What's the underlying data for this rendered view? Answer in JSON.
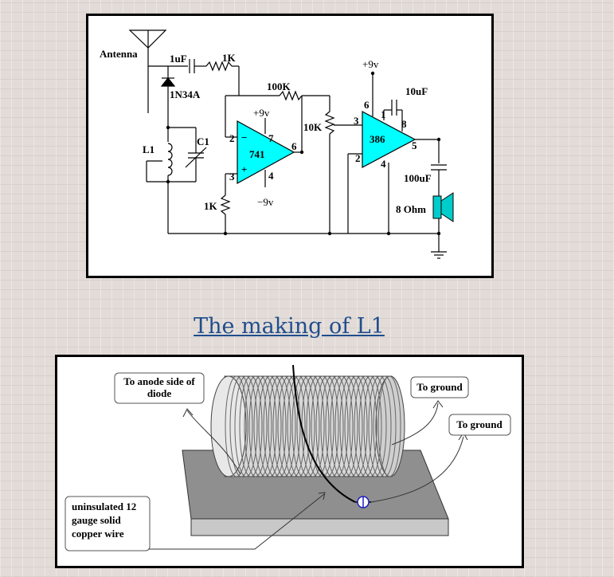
{
  "heading": {
    "label": "The making of L1"
  },
  "schematic": {
    "antenna": "Antenna",
    "cap_1uf": "1uF",
    "res_1k_top": "1K",
    "res_100k": "100K",
    "diode": "1N34A",
    "plus9_741": "+9v",
    "minus9_741": "−9v",
    "opamp_741": "741",
    "pin741_2": "2",
    "pin741_3": "3",
    "pin741_4": "4",
    "pin741_6": "6",
    "pin741_7": "7",
    "minus_sign": "−",
    "plus_sign": "+",
    "l1": "L1",
    "c1": "C1",
    "res_1k_bottom": "1K",
    "pot_10k": "10K",
    "plus9_386": "+9v",
    "amp_386": "386",
    "pin386_1": "1",
    "pin386_2": "2",
    "pin386_3": "3",
    "pin386_4": "4",
    "pin386_5": "5",
    "pin386_6": "6",
    "pin386_8": "8",
    "cap_10uf": "10uF",
    "cap_100uf": "100uF",
    "speaker": "8 Ohm"
  },
  "coil_diagram": {
    "callout_anode": [
      "To anode side of",
      "diode"
    ],
    "callout_ground_1": "To ground",
    "callout_ground_2": "To ground",
    "callout_wire": [
      "uninsulated 12",
      "gauge solid",
      "copper wire"
    ]
  },
  "colors": {
    "opamp_fill": "#00ffff",
    "link": "#1f4e8c",
    "screw": "#2020c0"
  }
}
